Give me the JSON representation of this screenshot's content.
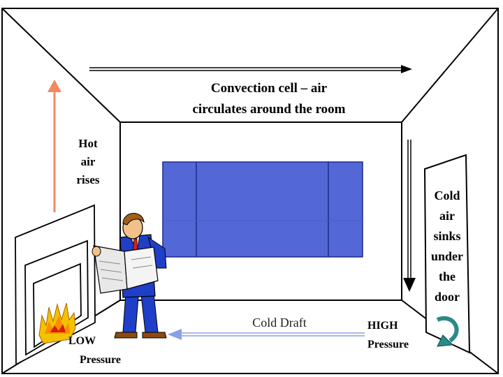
{
  "labels": {
    "convection_line1": "Convection cell – air",
    "convection_line2": "circulates around the room",
    "hot_air": [
      "Hot",
      "air",
      "rises"
    ],
    "cold_air": [
      "Cold",
      "air",
      "sinks",
      "under",
      "the",
      "door"
    ],
    "cold_draft": "Cold Draft",
    "low_pressure": [
      "LOW",
      "Pressure"
    ],
    "high_pressure": [
      "HIGH",
      "Pressure"
    ]
  },
  "colors": {
    "hot_arrow": "#f08a5d",
    "cold_draft_arrow": "#8aa0e6",
    "window": "#5467d6",
    "door_arrow": "#2a8a8a",
    "flame": "#f2c200",
    "person_suit": "#1f3fc8"
  },
  "icons": {
    "person": "man-reading-newspaper-icon",
    "fire": "fire-icon",
    "door_arrow": "curved-arrow-icon"
  }
}
